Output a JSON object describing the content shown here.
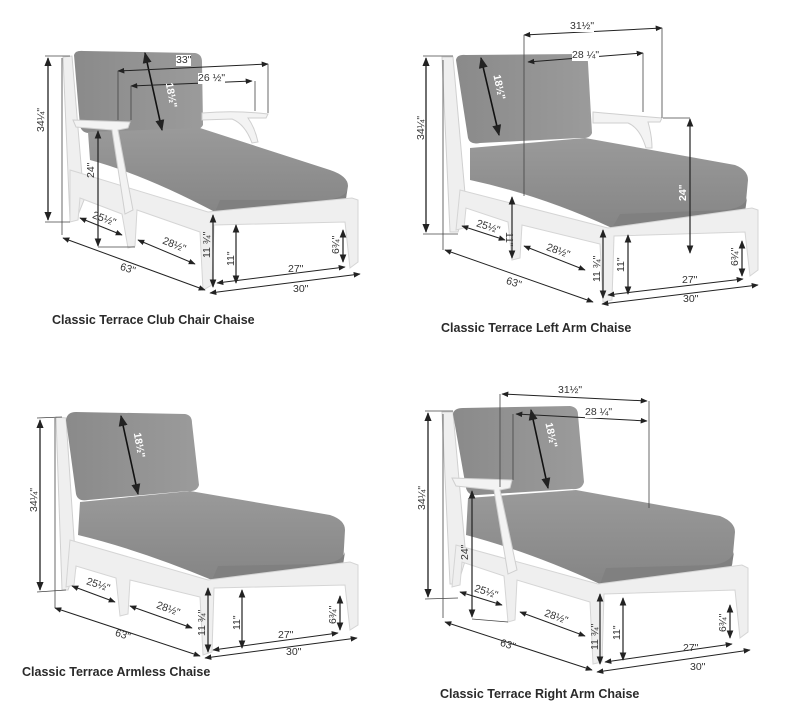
{
  "colors": {
    "background": "#ffffff",
    "cushion": "#8f8f8f",
    "cushion_dark": "#7a7a7a",
    "frame": "#eeeeee",
    "frame_shadow": "#d4d4d4",
    "dimension_line": "#222222",
    "caption_text": "#2a2a2a"
  },
  "panels": [
    {
      "id": "club-chair",
      "caption": "Classic Terrace Club Chair Chaise",
      "dimensions": {
        "overall_height": "34¼\"",
        "overall_width": "33\"",
        "inner_width": "26 ½\"",
        "back_cushion": "18½\"",
        "arm_height": "24\"",
        "front_leg_depth": "25½\"",
        "mid_depth": "28½\"",
        "overall_depth": "63\"",
        "frame_height": "11 ¾\"",
        "seat_height": "11\"",
        "leg_clearance": "6¾\"",
        "inner_front_width": "27\"",
        "front_width": "30\""
      }
    },
    {
      "id": "left-arm",
      "caption": "Classic Terrace Left Arm Chaise",
      "dimensions": {
        "overall_height": "34¼\"",
        "overall_width": "31½\"",
        "inner_width": "28 ¼\"",
        "back_cushion": "18½\"",
        "arm_height": "24\"",
        "under_frame_height": "11\"",
        "front_leg_depth": "25½\"",
        "mid_depth": "28½\"",
        "overall_depth": "63\"",
        "frame_height": "11 ¾\"",
        "seat_height": "11\"",
        "leg_clearance": "6¾\"",
        "inner_front_width": "27\"",
        "front_width": "30\""
      }
    },
    {
      "id": "armless",
      "caption": "Classic Terrace Armless Chaise",
      "dimensions": {
        "overall_height": "34¼\"",
        "back_cushion": "18½\"",
        "front_leg_depth": "25½\"",
        "mid_depth": "28½\"",
        "overall_depth": "63\"",
        "frame_height": "11 ¾\"",
        "seat_height": "11\"",
        "leg_clearance": "6¾\"",
        "inner_front_width": "27\"",
        "front_width": "30\""
      }
    },
    {
      "id": "right-arm",
      "caption": "Classic Terrace Right Arm Chaise",
      "dimensions": {
        "overall_height": "34¼\"",
        "overall_width": "31½\"",
        "inner_width": "28 ¼\"",
        "back_cushion": "18½\"",
        "arm_height": "24\"",
        "front_leg_depth": "25½\"",
        "mid_depth": "28½\"",
        "overall_depth": "63\"",
        "frame_height": "11 ¾\"",
        "seat_height": "11\"",
        "leg_clearance": "6¾\"",
        "inner_front_width": "27\"",
        "front_width": "30\""
      }
    }
  ]
}
